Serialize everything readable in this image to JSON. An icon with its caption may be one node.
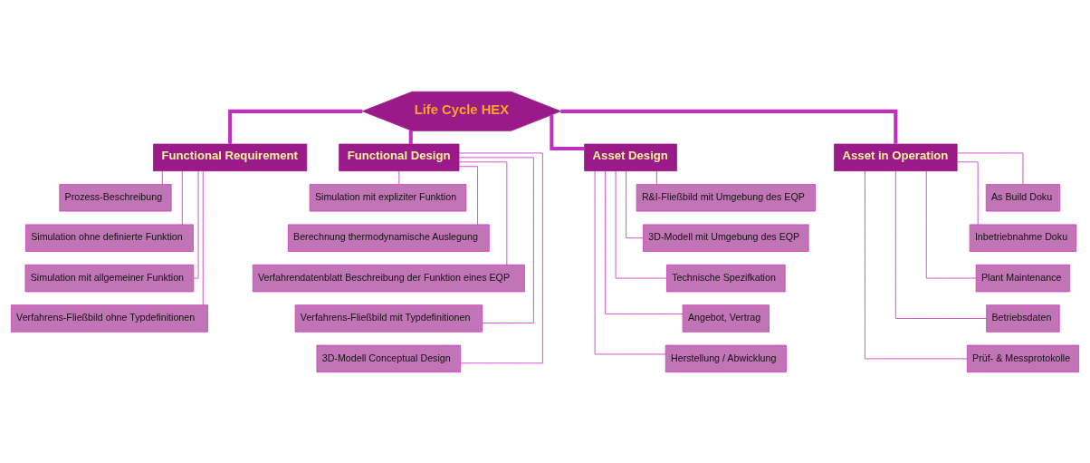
{
  "diagram": {
    "nodes": [
      {
        "text": [
          "Life Cycle HEX"
        ]
      },
      {
        "text": [
          "Functional Requirement"
        ]
      },
      {
        "text": [
          "Prozess-Beschreibung"
        ]
      },
      {
        "text": [
          "Simulation ohne definierte Funktion"
        ]
      },
      {
        "text": [
          "Simulation mit allgemeiner Funktion"
        ]
      },
      {
        "text": [
          "Verfahrens-Fließbild ohne Typdefinitionen"
        ]
      },
      {
        "text": [
          "Functional Design"
        ]
      },
      {
        "text": [
          "Simulation mit expliziter Funktion"
        ]
      },
      {
        "text": [
          "Berechnung thermodynamische Auslegung"
        ]
      },
      {
        "text": [
          "Verfahrendatenblatt Beschreibung der Funktion eines EQP"
        ]
      },
      {
        "text": [
          "Verfahrens-Fließbild mit Typdefinitionen"
        ]
      },
      {
        "text": [
          "3D-Modell Conceptual Design"
        ]
      },
      {
        "text": [
          "Asset Design"
        ]
      },
      {
        "text": [
          "R&I-Fließbild mit Umgebung des EQP"
        ]
      },
      {
        "text": [
          "3D-Modell mit Umgebung des EQP"
        ]
      },
      {
        "text": [
          "Technische Spezifkation"
        ]
      },
      {
        "text": [
          "Angebot, Vertrag"
        ]
      },
      {
        "text": [
          "Herstellung / Abwicklung"
        ]
      },
      {
        "text": [
          "Asset in Operation"
        ]
      },
      {
        "text": [
          "As Build Doku"
        ]
      },
      {
        "text": [
          "Inbetriebnahme Doku"
        ]
      },
      {
        "text": [
          "Plant Maintenance"
        ]
      },
      {
        "text": [
          "Betriebsdaten"
        ]
      },
      {
        "text": [
          "Prüf- & Messprotokolle"
        ]
      }
    ],
    "edges": [
      {
        "from": 0,
        "to": 1,
        "arrow": "none",
        "style": "thick"
      },
      {
        "from": 0,
        "to": 6,
        "arrow": "none",
        "style": "thick"
      },
      {
        "from": 0,
        "to": 12,
        "arrow": "none",
        "style": "thick"
      },
      {
        "from": 0,
        "to": 18,
        "arrow": "none",
        "style": "thick"
      },
      {
        "from": 1,
        "to": 2,
        "arrow": "none"
      },
      {
        "from": 1,
        "to": 3,
        "arrow": "none"
      },
      {
        "from": 1,
        "to": 4,
        "arrow": "none"
      },
      {
        "from": 1,
        "to": 5,
        "arrow": "none"
      },
      {
        "from": 6,
        "to": 7,
        "arrow": "none"
      },
      {
        "from": 6,
        "to": 8,
        "arrow": "none"
      },
      {
        "from": 6,
        "to": 9,
        "arrow": "none"
      },
      {
        "from": 6,
        "to": 10,
        "arrow": "none"
      },
      {
        "from": 6,
        "to": 11,
        "arrow": "none"
      },
      {
        "from": 12,
        "to": 13,
        "arrow": "none"
      },
      {
        "from": 12,
        "to": 14,
        "arrow": "none"
      },
      {
        "from": 12,
        "to": 15,
        "arrow": "none"
      },
      {
        "from": 12,
        "to": 16,
        "arrow": "none"
      },
      {
        "from": 12,
        "to": 17,
        "arrow": "none"
      },
      {
        "from": 18,
        "to": 19,
        "arrow": "none"
      },
      {
        "from": 18,
        "to": 20,
        "arrow": "none"
      },
      {
        "from": 18,
        "to": 21,
        "arrow": "none"
      },
      {
        "from": 18,
        "to": 22,
        "arrow": "none"
      },
      {
        "from": 18,
        "to": 23,
        "arrow": "none"
      }
    ]
  }
}
